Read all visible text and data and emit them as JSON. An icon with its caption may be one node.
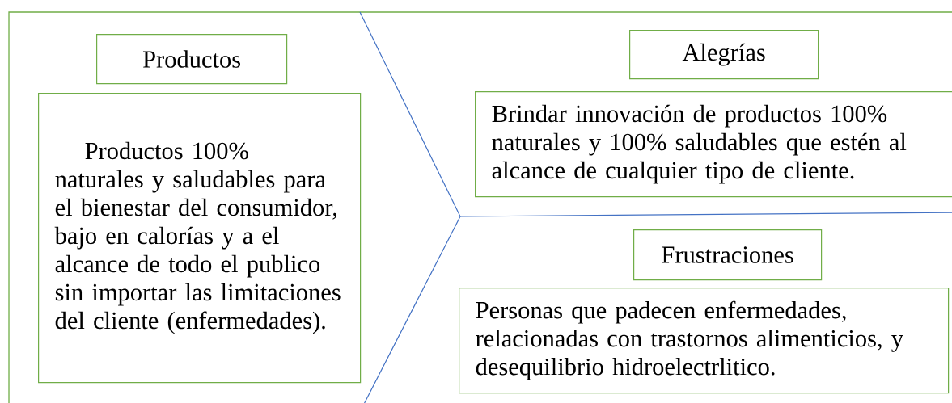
{
  "diagram": {
    "nodes": [
      {
        "text": [
          "Productos"
        ]
      },
      {
        "text": [
          "Productos 100% naturales y saludables para el bienestar del consumidor, bajo en calorías y a el alcance de todo el publico sin importar las limitaciones del cliente (enfermedades)."
        ]
      },
      {
        "text": [
          "Alegrías"
        ]
      },
      {
        "text": [
          "Brindar innovación de productos 100% naturales y 100% saludables que estén al alcance de cualquier tipo de cliente."
        ]
      },
      {
        "text": [
          "Frustraciones"
        ]
      },
      {
        "text": [
          "Personas que padecen enfermedades, relacionadas con trastornos alimenticios, y desequilibrio hidroelectrlitico."
        ]
      }
    ]
  }
}
